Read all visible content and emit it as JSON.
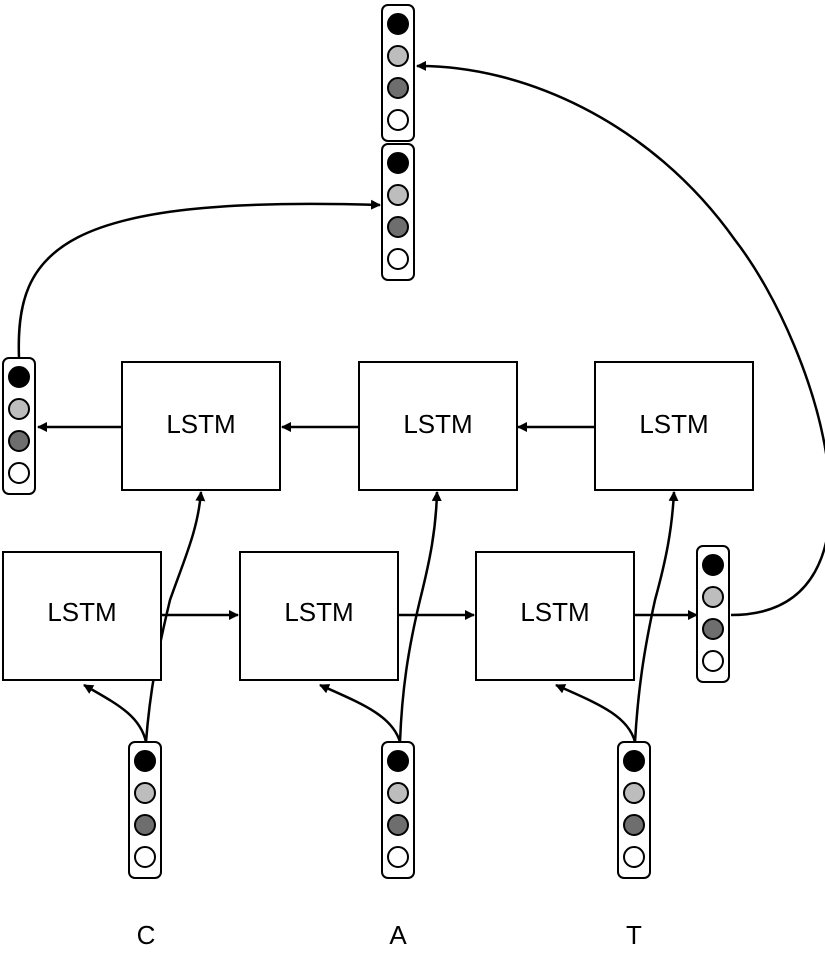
{
  "lstm": {
    "label": "LSTM"
  },
  "inputs": {
    "letters": [
      "C",
      "A",
      "T"
    ]
  },
  "vector": {
    "dot_colors": [
      "#000000",
      "#bdbdbd",
      "#6e6e6e",
      "#ffffff"
    ]
  }
}
